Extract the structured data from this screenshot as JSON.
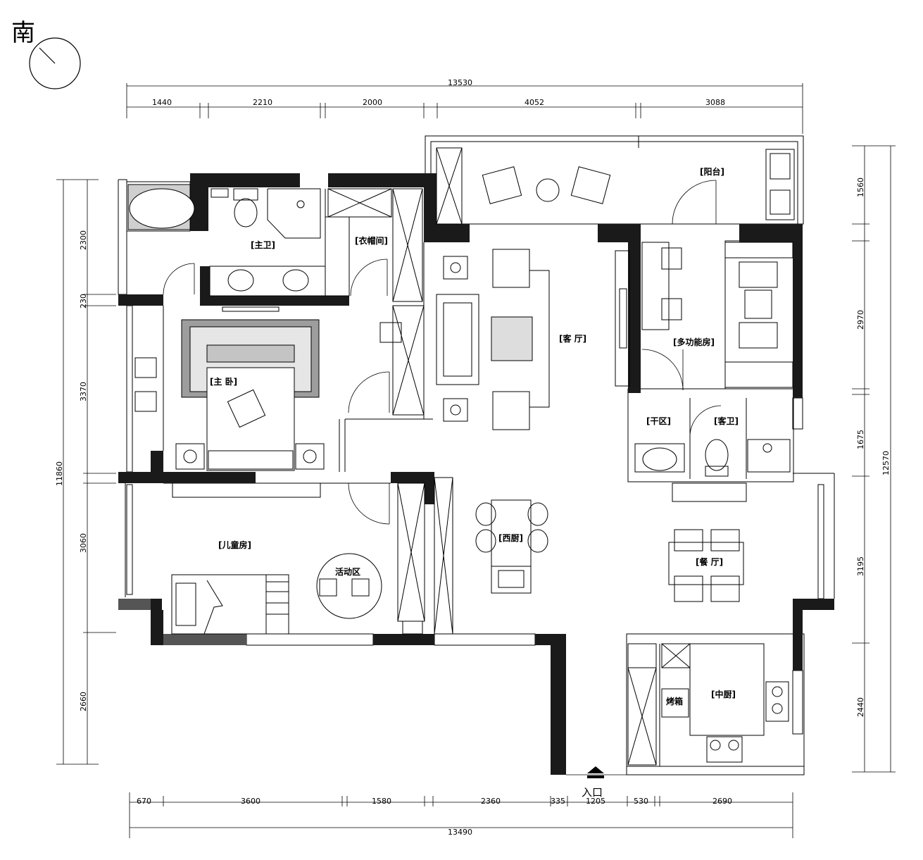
{
  "compass": {
    "label": "南"
  },
  "entrance": {
    "label": "入口"
  },
  "rooms": {
    "master_bath": "[主卫]",
    "cloakroom": "[衣帽间]",
    "balcony": "[阳台]",
    "living": "[客 厅]",
    "multi": "[多功能房]",
    "master_bed": "[主 卧]",
    "dry": "[干区]",
    "guest_bath": "[客卫]",
    "kids": "[儿童房]",
    "activity": "活动区",
    "west_kitchen": "[西厨]",
    "dining": "[餐 厅]",
    "oven": "烤箱",
    "chinese_kitchen": "[中厨]"
  },
  "dims": {
    "top_total": "13530",
    "top": [
      "1440",
      "2210",
      "2000",
      "4052",
      "3088"
    ],
    "bottom_total": "13490",
    "bottom": [
      "670",
      "3600",
      "1580",
      "2360",
      "335",
      "1205",
      "530",
      "2690"
    ],
    "left_total": "11860",
    "left": [
      "2300",
      "230",
      "3370",
      "3060",
      "2660"
    ],
    "right_total": "12570",
    "right": [
      "1560",
      "2970",
      "1675",
      "3195",
      "2440"
    ]
  }
}
